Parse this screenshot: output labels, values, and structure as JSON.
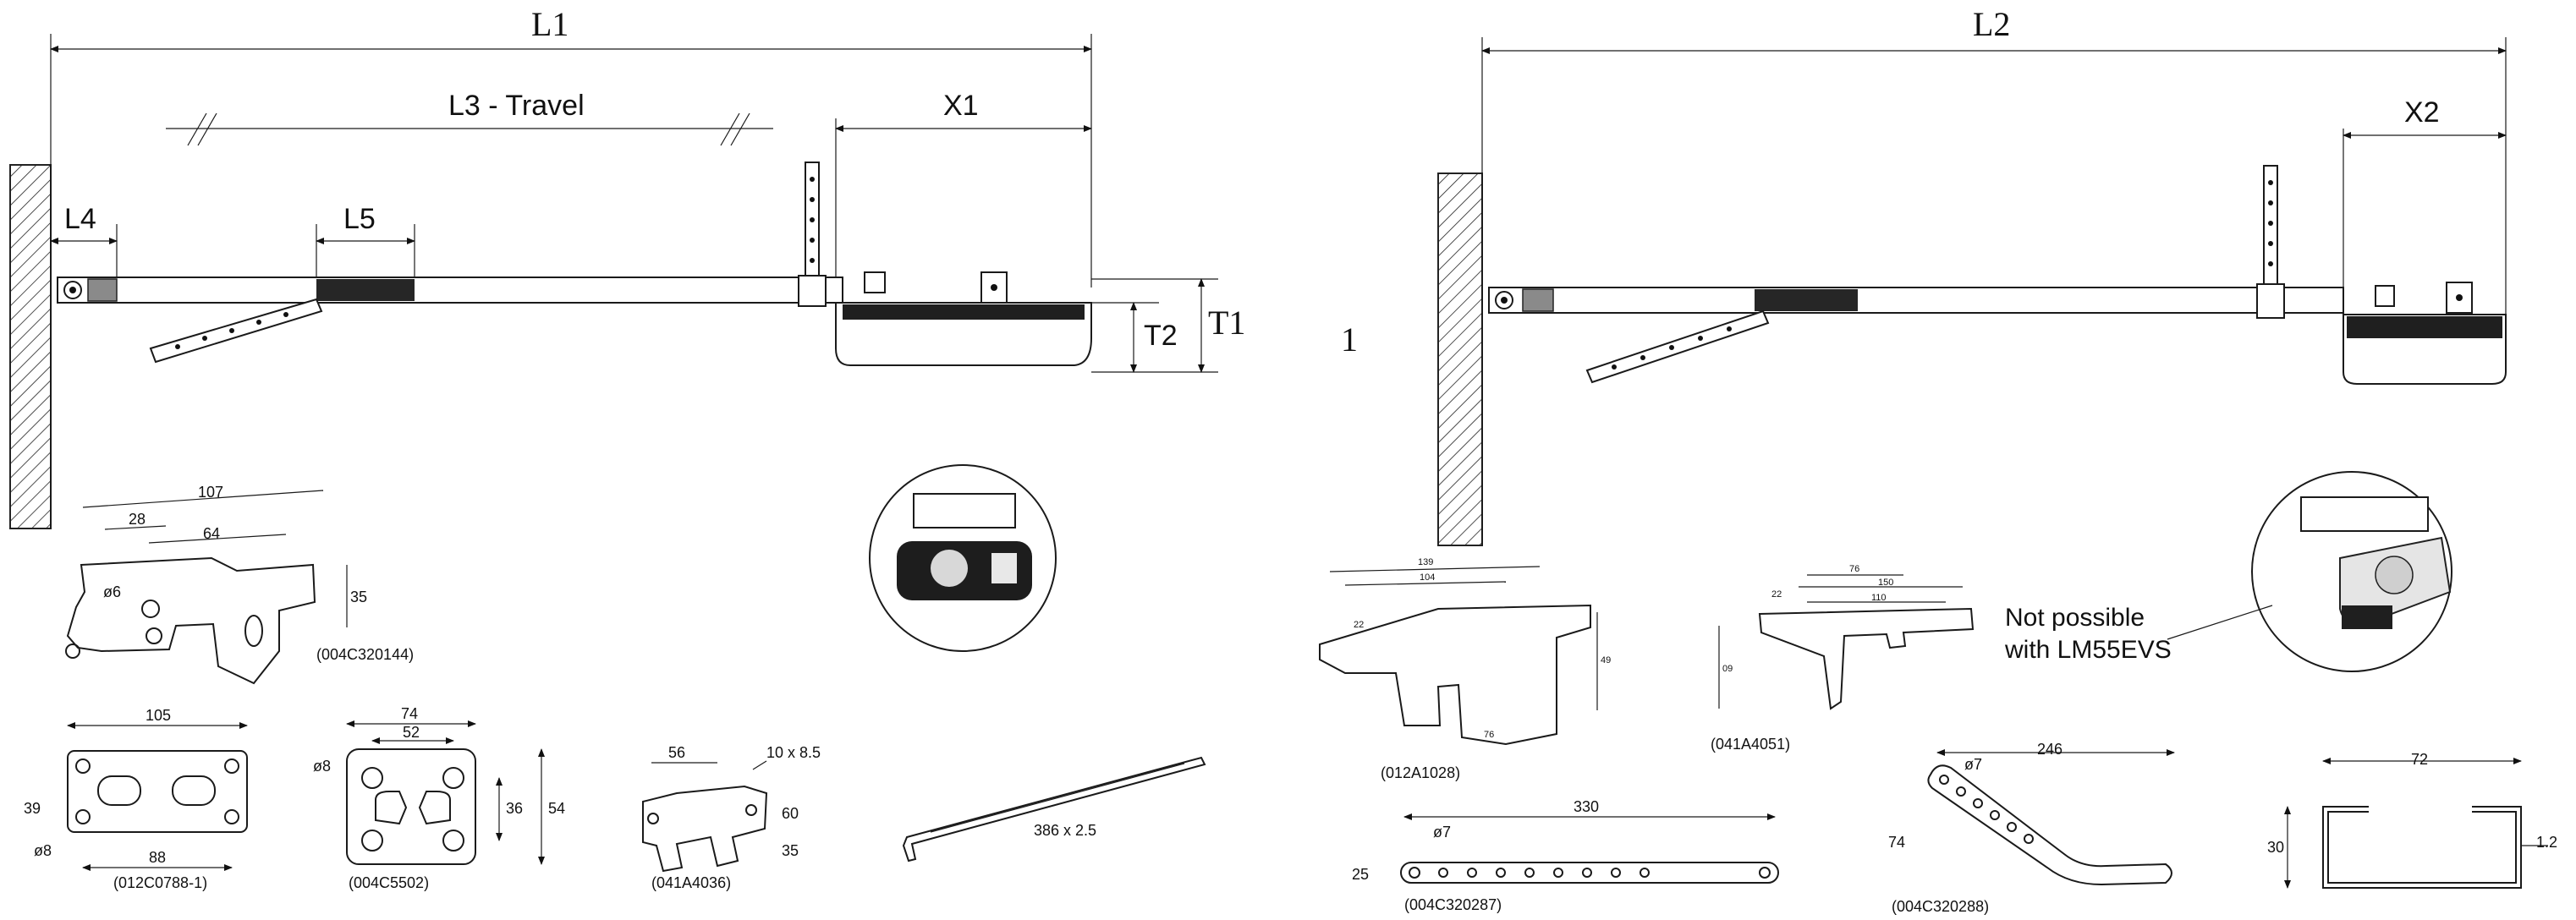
{
  "left_view": {
    "dims": {
      "L1": "L1",
      "L3": "L3 - Travel",
      "X1": "X1",
      "L4": "L4",
      "L5": "L5",
      "T1": "T1",
      "T2": "T2"
    },
    "bracket_a": {
      "d1": "107",
      "d2": "28",
      "d3": "64",
      "d4": "ø6",
      "d5": "35",
      "code": "(004C320144)"
    },
    "plate_a": {
      "d1": "105",
      "d2": "39",
      "d3": "ø8",
      "d4": "88",
      "code": "(012C0788-1)"
    },
    "plate_b": {
      "d1": "74",
      "d2": "52",
      "d3": "ø8",
      "d4": "36",
      "d5": "54",
      "code": "(004C5502)"
    },
    "bracket_b": {
      "d1": "56",
      "d2": "10 x 8.5",
      "d3": "60",
      "d4": "35",
      "code": "(041A4036)"
    },
    "strap": {
      "d1": "386 x 2.5"
    }
  },
  "right_view": {
    "dims": {
      "L2": "L2",
      "X2": "X2"
    },
    "marker": "1",
    "bracket_c": {
      "d1": "139",
      "d2": "104",
      "d3": "22",
      "d4": "49",
      "d5": "76",
      "code": "(012A1028)"
    },
    "bracket_d": {
      "d1": "76",
      "d2": "150",
      "d3": "22",
      "d4": "110",
      "d5": "09",
      "code": "(041A4051)"
    },
    "note_line1": "Not possible",
    "note_line2": "with LM55EVS",
    "strap_a": {
      "d1": "ø7",
      "d2": "330",
      "d3": "25",
      "code": "(004C320287)"
    },
    "strap_b": {
      "d1": "ø7",
      "d2": "246",
      "d3": "74",
      "code": "(004C320288)"
    },
    "channel": {
      "d1": "72",
      "d2": "30",
      "d3": "1.2"
    }
  }
}
